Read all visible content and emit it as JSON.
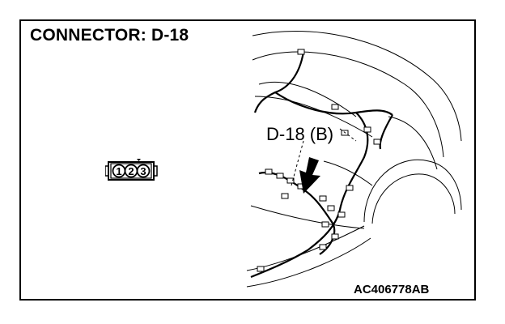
{
  "title": "CONNECTOR: D-18",
  "diagram_code": "AC406778AB",
  "connector_pins": [
    "1",
    "2",
    "3"
  ],
  "callout": "D-18 (B)"
}
